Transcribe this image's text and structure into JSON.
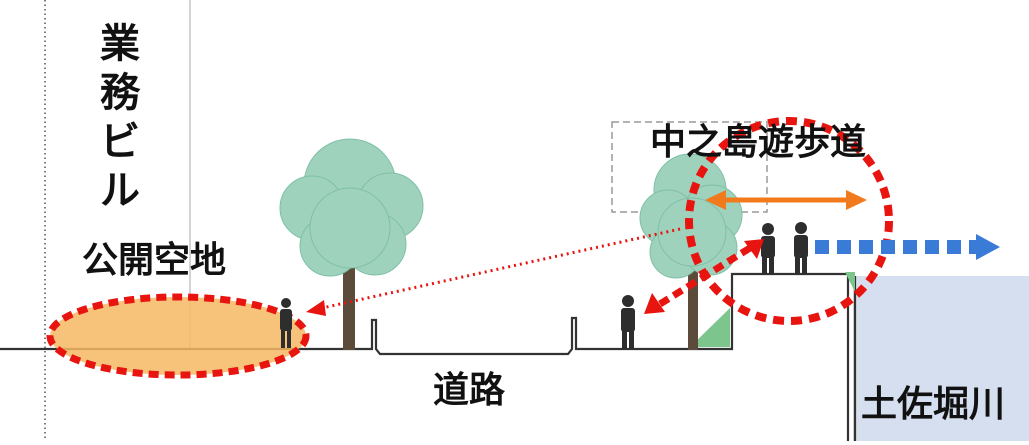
{
  "labels": {
    "building": "業務ビル",
    "plaza": "公開空地",
    "promenade": "中之島遊歩道",
    "road": "道路",
    "river": "土佐堀川"
  },
  "colors": {
    "highlight_red": "#e8140f",
    "plaza_fill": "#f6b864",
    "walk_arrow_orange": "#f07a1c",
    "flow_arrow_blue": "#3b7bd8",
    "river_fill": "#d5dfef",
    "tree_foliage": "#9fd2bd",
    "tree_trunk": "#5c4a3a",
    "person": "#2e2e2e",
    "ground_line": "#333333",
    "bank_green": "#7cc58c"
  }
}
